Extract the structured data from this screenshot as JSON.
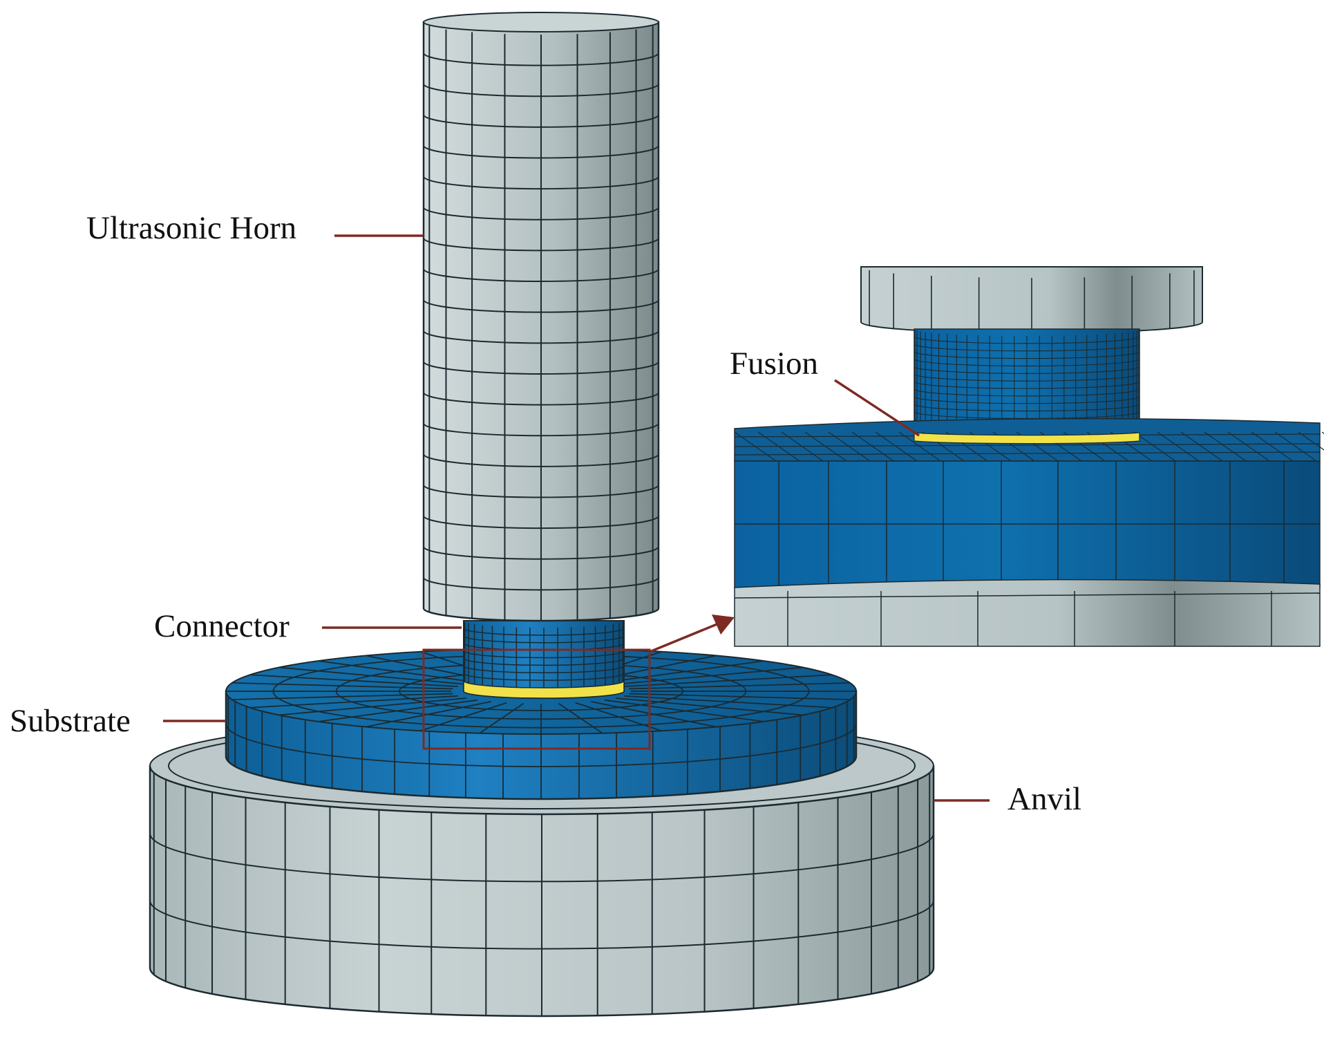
{
  "labels": {
    "horn": "Ultrasonic Horn",
    "connector": "Connector",
    "substrate": "Substrate",
    "anvil": "Anvil",
    "fusion": "Fusion"
  },
  "colors": {
    "steel_light": "#c4d0d1",
    "steel_dark": "#7e8c8d",
    "blue_light": "#1f7fc0",
    "blue_dark": "#0b4f7e",
    "fusion": "#f2e24a",
    "leader": "#7d2a23",
    "mesh_line": "#1b2a30"
  }
}
